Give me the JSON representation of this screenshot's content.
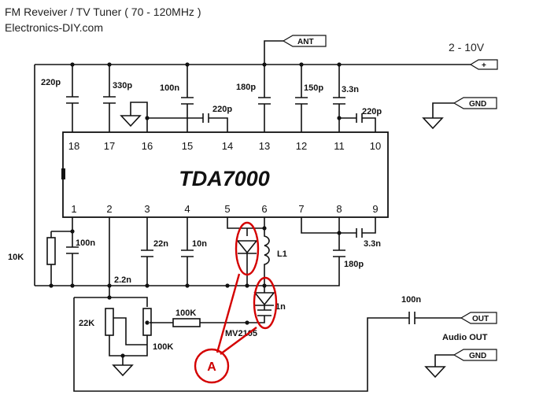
{
  "title": {
    "line1": "FM Reveiver / TV Tuner ( 70 - 120MHz )",
    "line2": "Electronics-DIY.com"
  },
  "ic": {
    "name": "TDA7000",
    "top_pins": [
      "18",
      "17",
      "16",
      "15",
      "14",
      "13",
      "12",
      "11",
      "10"
    ],
    "bottom_pins": [
      "1",
      "2",
      "3",
      "4",
      "5",
      "6",
      "7",
      "8",
      "9"
    ]
  },
  "supply": {
    "voltage": "2 - 10V",
    "plus": "+"
  },
  "connectors": {
    "ant": "ANT",
    "gnd_top": "GND",
    "out": "OUT",
    "gnd_bottom": "GND"
  },
  "labels": {
    "c_220p_top": "220p",
    "c_330p": "330p",
    "c_100n_15": "100n",
    "c_180p_13": "180p",
    "c_150p": "150p",
    "c_3n3_top": "3.3n",
    "c_220p_14": "220p",
    "c_220p_10": "220p",
    "r_10k": "10K",
    "c_100n_1": "100n",
    "c_22n": "22n",
    "c_10n": "10n",
    "l1": "L1",
    "c_3n3_bottom": "3.3n",
    "c_180p_8": "180p",
    "c_2n2": "2.2n",
    "c_1n": "1n",
    "r_22k": "22K",
    "r_100k_h": "100K",
    "pot_100k": "100K",
    "varicap": "MV2105",
    "c_100n_out": "100n",
    "audio_out": "Audio OUT"
  },
  "annotation": {
    "marker": "A",
    "color": "#cc0000"
  }
}
